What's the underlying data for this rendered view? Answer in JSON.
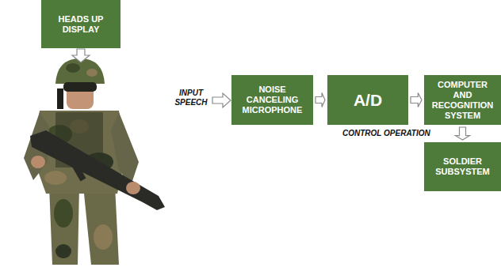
{
  "diagram": {
    "nodes": [
      {
        "text": [
          "HEADS UP DISPLAY"
        ]
      },
      {
        "text": [
          "NOISE CANCELING MICROPHONE"
        ]
      },
      {
        "text": [
          "A/D"
        ]
      },
      {
        "text": [
          "COMPUTER AND RECOGNITION SYSTEM"
        ]
      },
      {
        "text": [
          "SOLDIER SUBSYSTEM"
        ]
      }
    ],
    "edges": [
      {
        "from": 1,
        "to": 2,
        "arrow": "to"
      },
      {
        "from": 2,
        "to": 3,
        "arrow": "to"
      },
      {
        "from": 3,
        "to": 4,
        "label": "CONTROL OPERATION",
        "arrow": "to"
      }
    ],
    "labels": [
      "INPUT SPEECH"
    ]
  }
}
